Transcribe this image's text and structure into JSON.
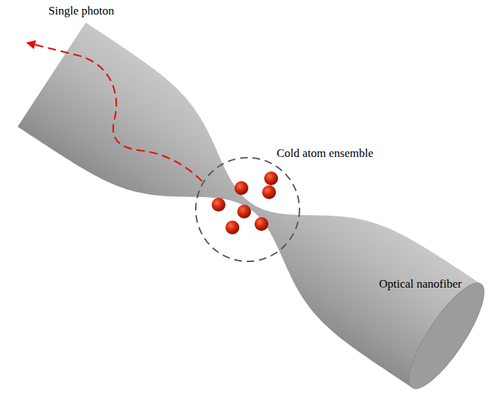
{
  "diagram": {
    "labels": [
      "Single photon",
      "Cold atom ensemble",
      "Optical nanofiber"
    ]
  }
}
